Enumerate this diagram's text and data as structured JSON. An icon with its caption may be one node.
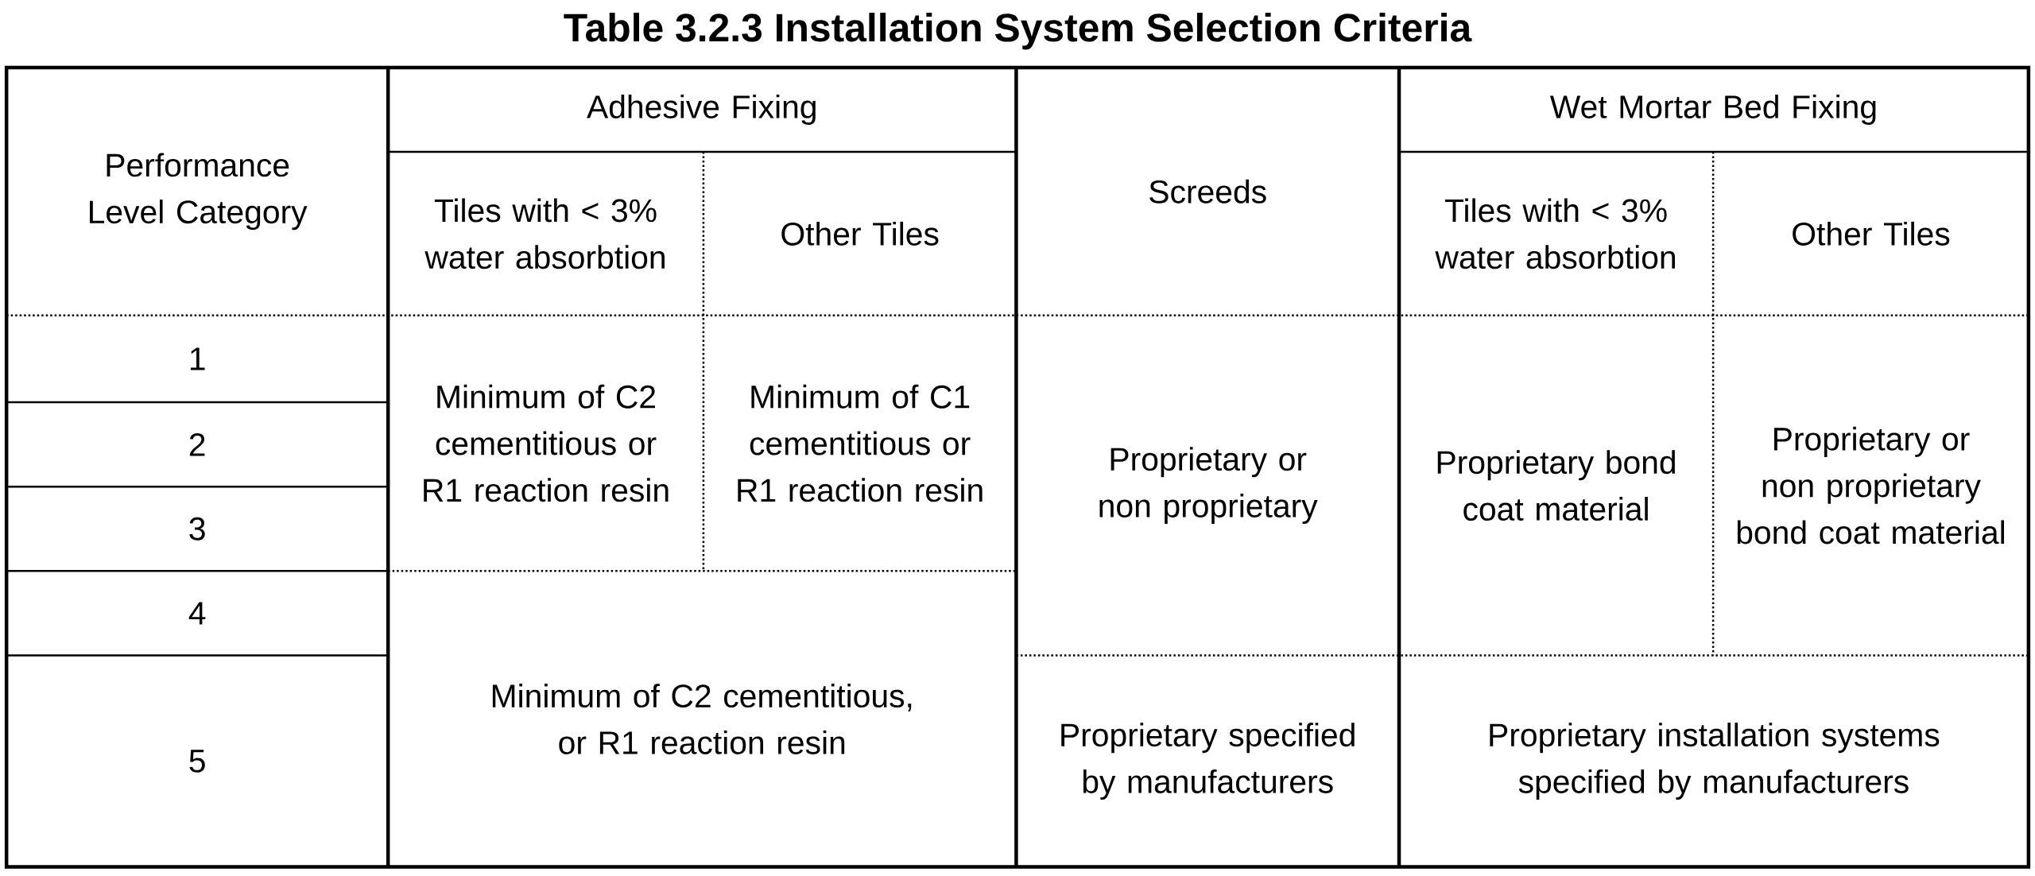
{
  "diagram": {
    "title": "Table 3.2.3 Installation System Selection Criteria",
    "labels": [
      "Performance Level Category",
      "Adhesive Fixing",
      "Screeds",
      "Wet Mortar Bed Fixing",
      "Tiles with < 3% water absorbtion",
      "Other Tiles",
      "Tiles with < 3% water absorbtion",
      "Other Tiles",
      "1",
      "Minimum of C2 cementitious or R1 reaction resin",
      "Minimum of C1 cementitious or R1 reaction resin",
      "Proprietary or non proprietary",
      "Proprietary bond coat material",
      "Proprietary or non proprietary bond coat material",
      "2",
      "3",
      "4",
      "Minimum of C2 cementitious, or R1 reaction resin",
      "5",
      "Proprietary specified by manufacturers",
      "Proprietary installation systems specified by manufacturers"
    ]
  }
}
